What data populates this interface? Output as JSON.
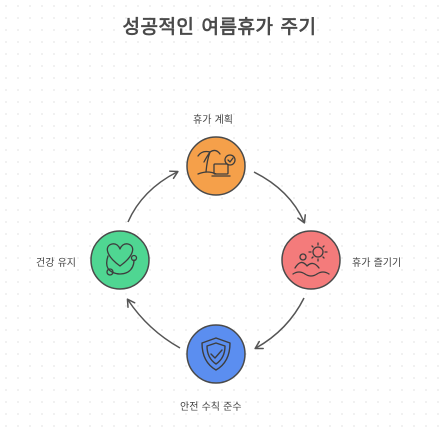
{
  "title": "성공적인 여름휴가 주기",
  "nodes": [
    {
      "id": "plan",
      "label": "휴가 계획",
      "icon": "beach-laptop-icon",
      "color": "#f5a04a"
    },
    {
      "id": "enjoy",
      "label": "휴가 즐기기",
      "icon": "sun-waves-icon",
      "color": "#f47b7b"
    },
    {
      "id": "safety",
      "label": "안전 수칙 준수",
      "icon": "shield-check-icon",
      "color": "#5b8ef0"
    },
    {
      "id": "health",
      "label": "건강 유지",
      "icon": "heart-stethoscope-icon",
      "color": "#4fd692"
    }
  ],
  "colors": {
    "stroke": "#4a4a4a",
    "arrow": "#555555"
  }
}
